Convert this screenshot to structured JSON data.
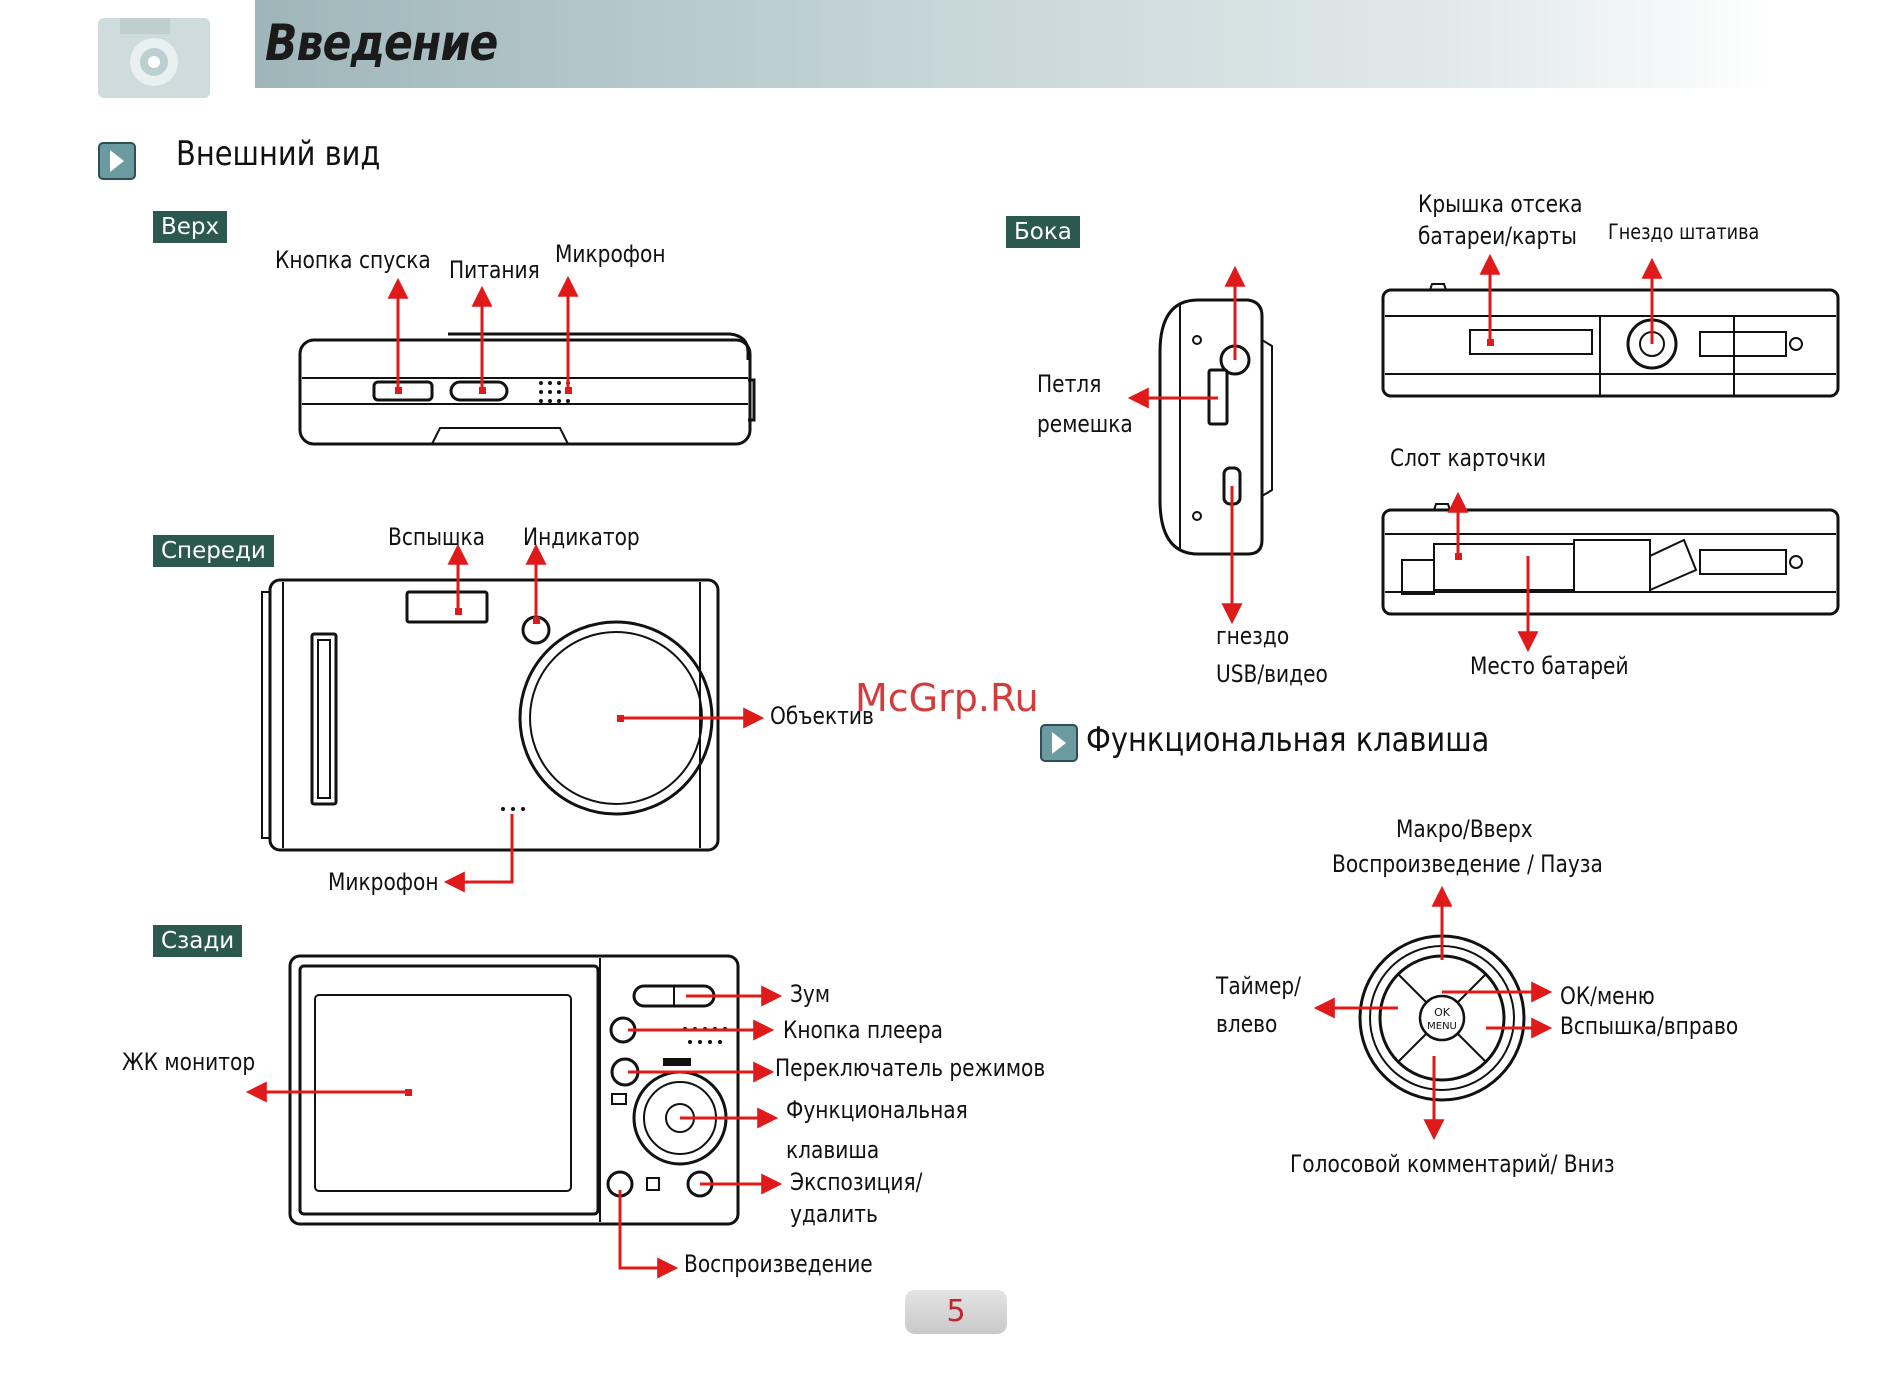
{
  "header": {
    "title": "Введение"
  },
  "sections": {
    "appearance_title": "Внешний вид",
    "function_key_title": "Функциональная клавиша"
  },
  "tags": {
    "top": "Верх",
    "front": "Спереди",
    "back": "Сзади",
    "side": "Бока"
  },
  "labels": {
    "top_shutter": "Кнопка спуска",
    "top_power": "Питания",
    "top_mic": "Микрофон",
    "front_flash": "Вспышка",
    "front_indicator": "Индикатор",
    "front_lens": "Объектив",
    "front_mic": "Микрофон",
    "back_lcd": "ЖК монитор",
    "back_zoom": "Зум",
    "back_player_btn": "Кнопка плеера",
    "back_mode_switch": "Переключатель режимов",
    "back_func_key_1": "Функциональная",
    "back_func_key_2": "клавиша",
    "back_exposure_1": "Экспозиция/",
    "back_exposure_2": "удалить",
    "back_playback": "Воспроизведение",
    "side_strap_1": "Петля",
    "side_strap_2": "ремешка",
    "side_usb_1": "гнездо",
    "side_usb_2": "USB/видео",
    "side_cover_1": "Крышка отсека",
    "side_cover_2": "батареи/карты",
    "side_tripod": "Гнездо штатива",
    "side_card_slot": "Слот карточки",
    "side_battery": "Место батарей",
    "fk_up_1": "Макро/Вверх",
    "fk_up_2": "Воспроизведение / Пауза",
    "fk_left_1": "Таймер/",
    "fk_left_2": "влево",
    "fk_right_1": "ОК/меню",
    "fk_right_2": "Вспышка/вправо",
    "fk_down": "Голосовой комментарий/ Вниз"
  },
  "watermark": "McGrp.Ru",
  "page_number": "5",
  "colors": {
    "arrow": "#e01a1a",
    "tag_bg": "#2b5950",
    "header_band": "#a9bec0"
  }
}
